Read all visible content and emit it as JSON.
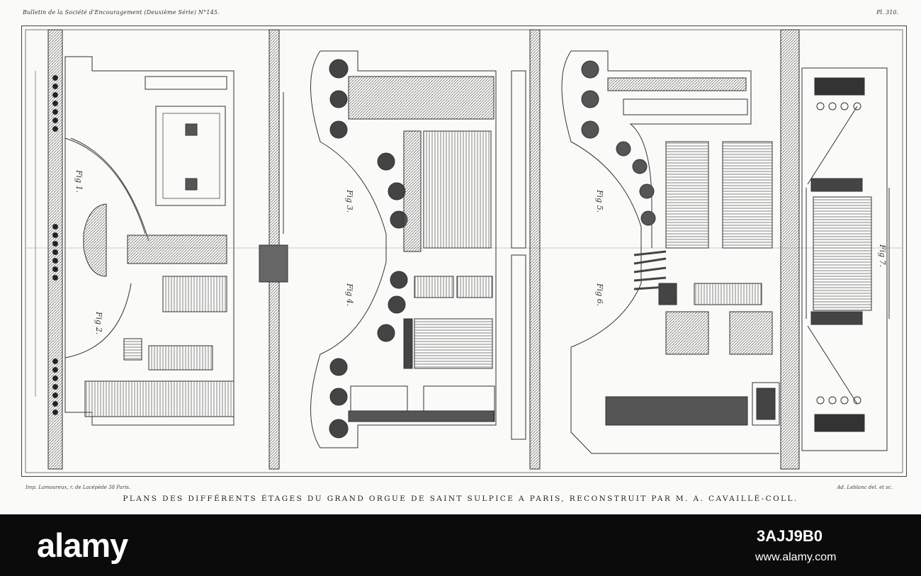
{
  "plate": {
    "header_left": "Bulletin de la Société d'Encouragement (Deuxième Série) N°145.",
    "header_right": "Pl. 310.",
    "imprint_left": "Imp. Lamoureux, r. de Lacépède 38 Paris.",
    "imprint_right": "Ad. Leblanc del. et sc.",
    "caption": "PLANS DES DIFFÉRENTS ÉTAGES DU GRAND ORGUE DE SAINT SULPICE A PARIS, RECONSTRUIT PAR M. A. CAVAILLÉ-COLL."
  },
  "figures": {
    "fig1": "Fig 1.",
    "fig2": "Fig 2.",
    "fig3": "Fig 3.",
    "fig4": "Fig 4.",
    "fig5": "Fig 5.",
    "fig6": "Fig 6.",
    "fig7": "Fig 7."
  },
  "banner": {
    "logo": "alamy",
    "image_id": "3AJJ9B0",
    "url": "www.alamy.com"
  }
}
